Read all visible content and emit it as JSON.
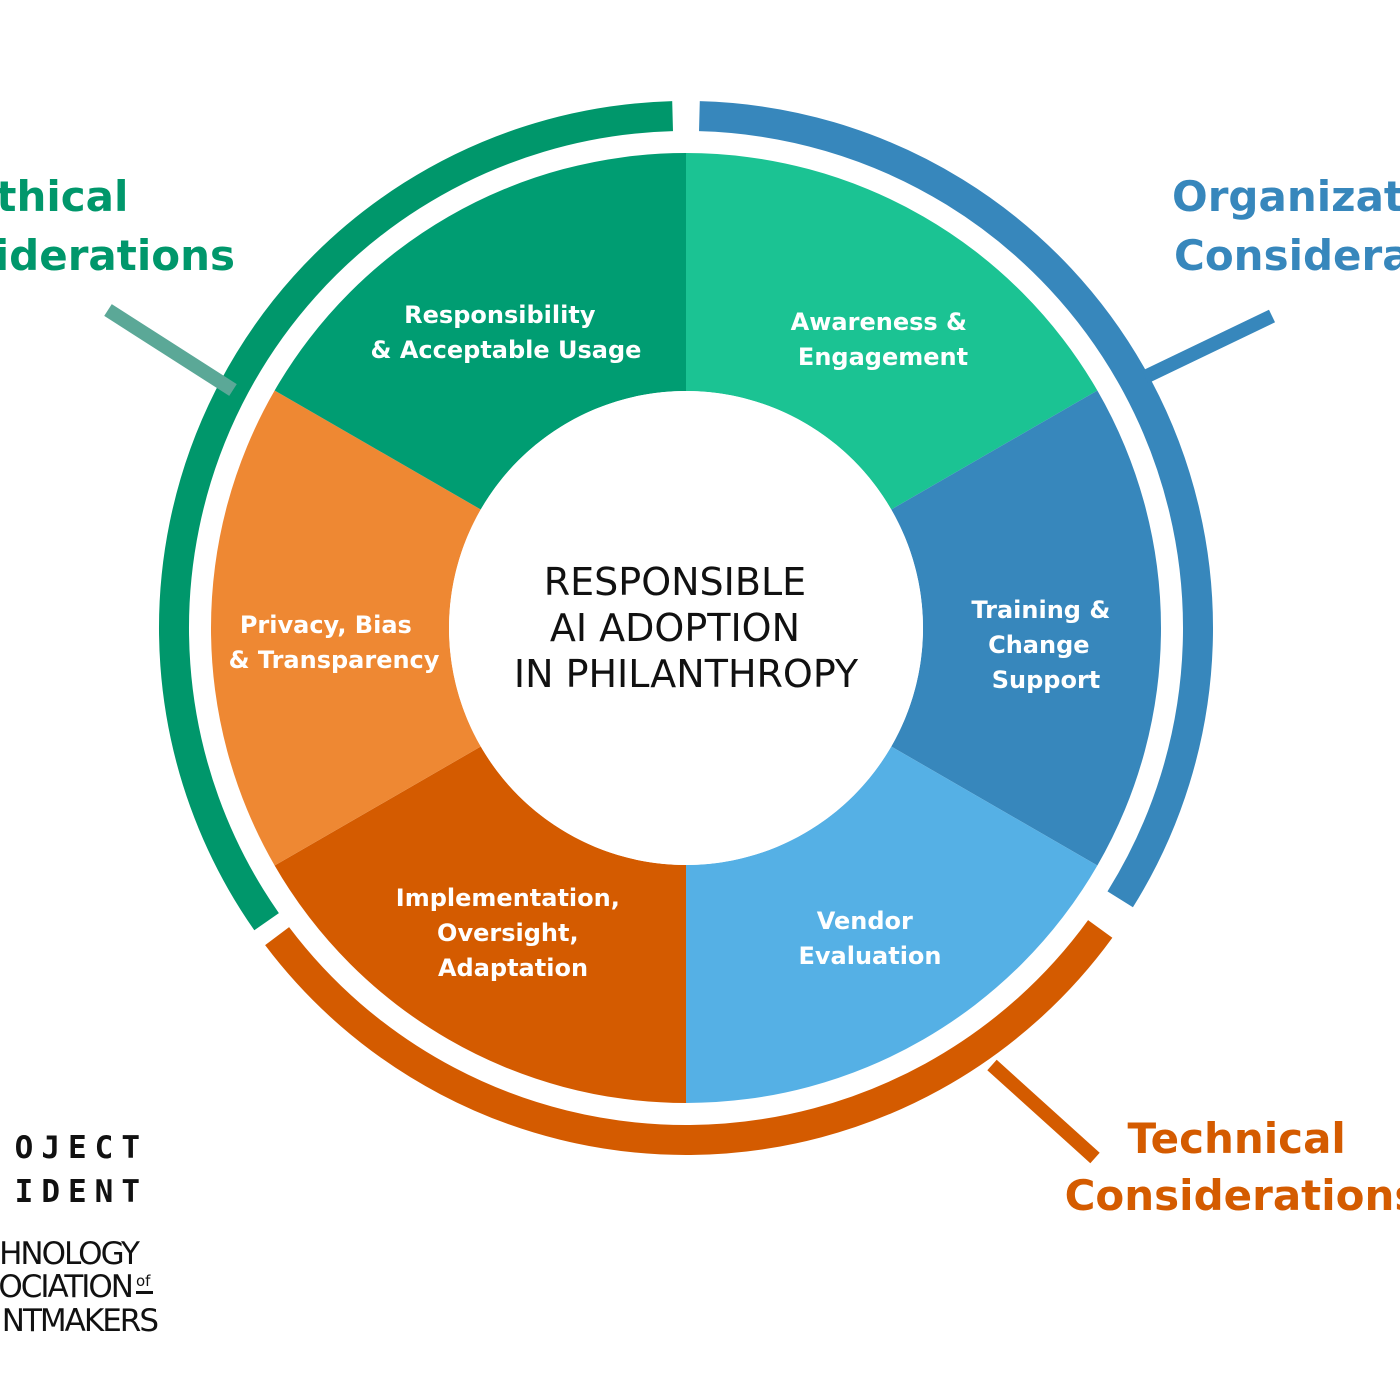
{
  "center": {
    "line1": "RESPONSIBLE",
    "line2": "AI ADOPTION",
    "line3": "IN PHILANTHROPY"
  },
  "segments": [
    {
      "line1": "Responsibility",
      "line2": "& Acceptable Usage",
      "color": "#1BC393"
    },
    {
      "line1": "Awareness &",
      "line2": "Engagement",
      "color": "#3787BC"
    },
    {
      "line1": "Training &",
      "line2": "Change",
      "line3": "Support",
      "color": "#55B0E5"
    },
    {
      "line1": "Vendor",
      "line2": "Evaluation",
      "color": "#D45B00"
    },
    {
      "line1": "Implementation,",
      "line2": "Oversight,",
      "line3": "Adaptation",
      "color": "#EE8833"
    },
    {
      "line1": "Privacy, Bias",
      "line2": "& Transparency",
      "color": "#009D72"
    }
  ],
  "groups": {
    "ethical": {
      "line1": "Ethical",
      "line2": "siderations",
      "color": "#00976B",
      "connector_color": "#5BA897"
    },
    "organizational": {
      "line1": "Organizati",
      "line2": "Considerat",
      "color": "#3787BC"
    },
    "technical": {
      "line1": "Technical",
      "line2": "Considerations",
      "color": "#D45B00"
    }
  },
  "logos": {
    "project_line1": "OJECT",
    "project_line2": "IDENT",
    "assoc_line1": "HNOLOGY",
    "assoc_line2": "OCIATION",
    "assoc_of": "of",
    "assoc_line3": "NTMAKERS"
  }
}
